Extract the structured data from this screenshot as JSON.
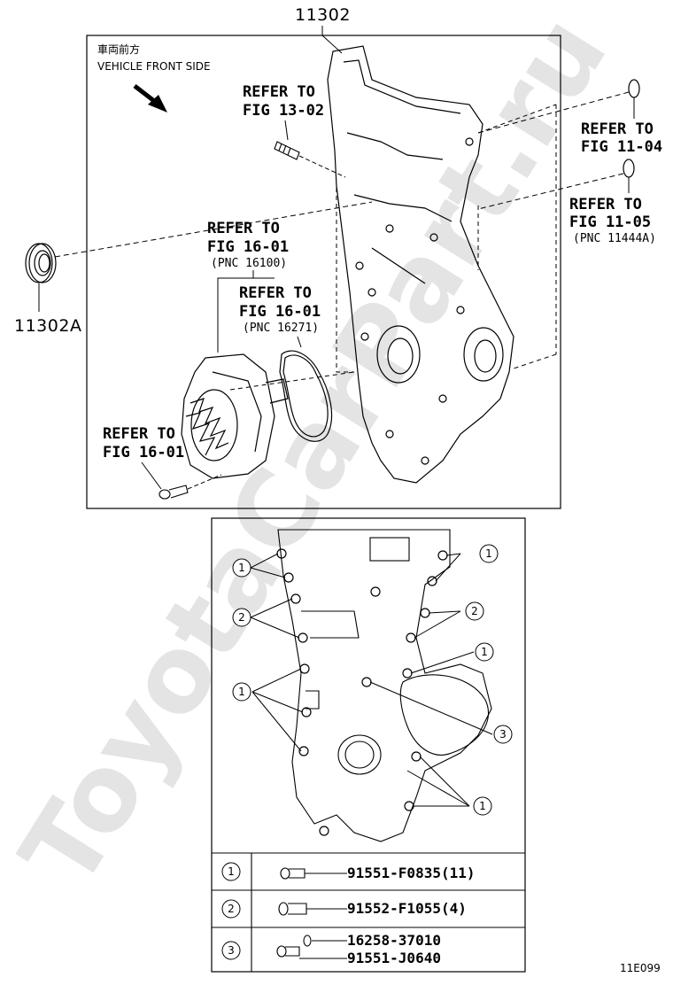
{
  "top_label": "11302",
  "oil_seal_label": "11302A",
  "vehicle_front_jp": "車両前方",
  "vehicle_front_en": "VEHICLE FRONT SIDE",
  "refs": {
    "fig_13_02": [
      "REFER TO",
      "FIG 13-02"
    ],
    "fig_11_04": [
      "REFER TO",
      "FIG 11-04"
    ],
    "fig_11_05": [
      "REFER TO",
      "FIG 11-05",
      "(PNC 11444A)"
    ],
    "fig_16_01_a": [
      "REFER TO",
      "FIG 16-01",
      "(PNC 16100)"
    ],
    "fig_16_01_b": [
      "REFER TO",
      "FIG 16-01",
      "(PNC 16271)"
    ],
    "fig_16_01_c": [
      "REFER TO",
      "FIG 16-01"
    ]
  },
  "bolt_table": [
    {
      "callout": "1",
      "parts": [
        "91551-F0835(11)"
      ]
    },
    {
      "callout": "2",
      "parts": [
        "91552-F1055(4)"
      ]
    },
    {
      "callout": "3",
      "parts": [
        "16258-37010",
        "91551-J0640"
      ]
    }
  ],
  "callouts": {
    "c1": "1",
    "c2": "2",
    "c3": "3"
  },
  "diagram_code": "11E099",
  "watermark": "ToyotaCarPart.ru"
}
